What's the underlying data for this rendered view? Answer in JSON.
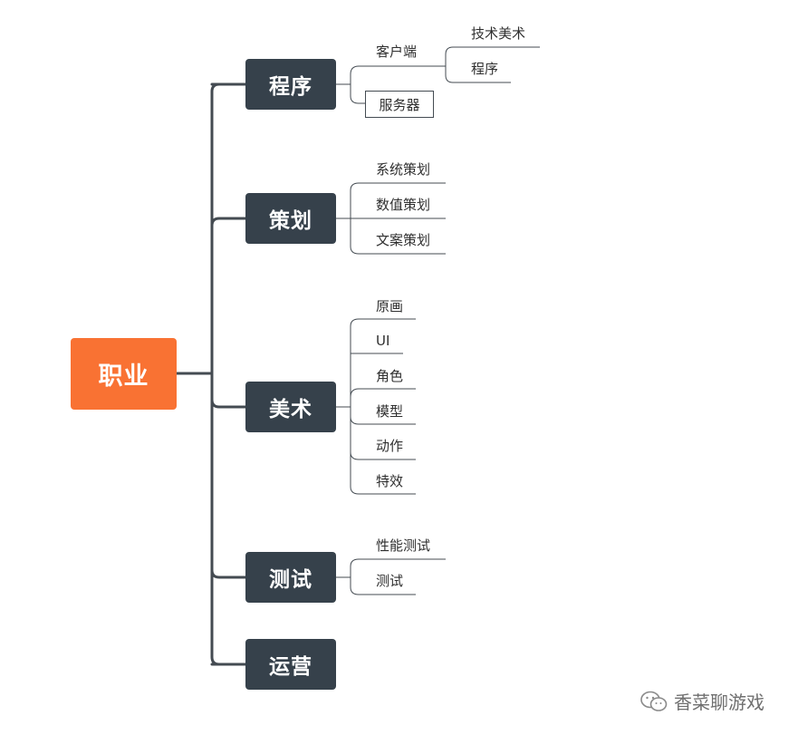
{
  "root": {
    "label": "职业"
  },
  "branches": [
    {
      "label": "程序"
    },
    {
      "label": "策划"
    },
    {
      "label": "美术"
    },
    {
      "label": "测试"
    },
    {
      "label": "运营"
    }
  ],
  "program": {
    "client": "客户端",
    "client_children": [
      "技术美术",
      "程序"
    ],
    "server": "服务器"
  },
  "design": [
    "系统策划",
    "数值策划",
    "文案策划"
  ],
  "art": [
    "原画",
    "UI",
    "角色",
    "模型",
    "动作",
    "特效"
  ],
  "test": [
    "性能测试",
    "测试"
  ],
  "watermark": {
    "text": "香菜聊游戏",
    "icon": "wechat-icon"
  },
  "colors": {
    "root": "#f97233",
    "branch": "#36414b",
    "line": "#444b52"
  }
}
